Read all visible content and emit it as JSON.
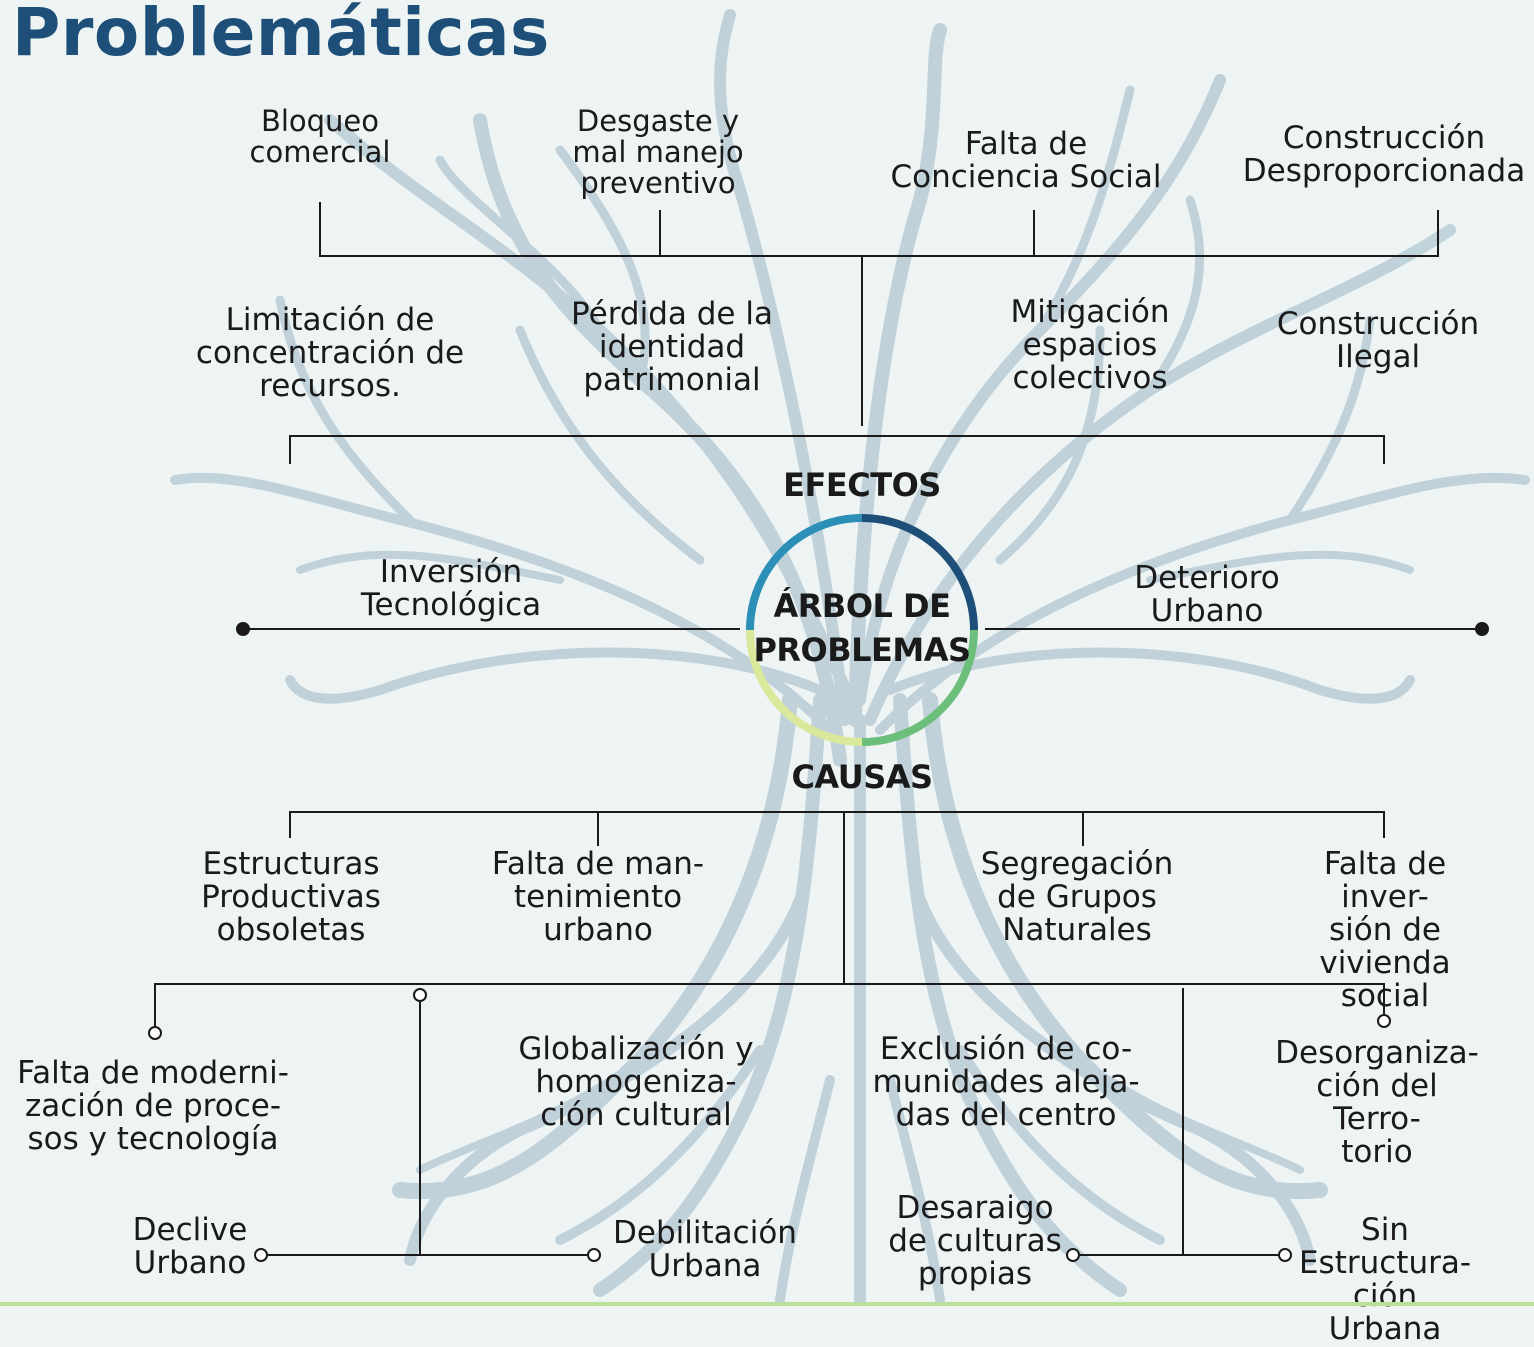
{
  "title": "Problemáticas",
  "center": {
    "title": "ÁRBOL DE\nPROBLEMAS",
    "ring_colors": [
      "#1d4f78",
      "#2b8fb8",
      "#d9e89a",
      "#6cbf7a"
    ]
  },
  "sections": {
    "effects": "EFECTOS",
    "causes": "CAUSAS"
  },
  "effects": {
    "top_row": [
      "Bloqueo\ncomercial",
      "Desgaste  y\nmal manejo\npreventivo",
      "Falta de\nConciencia Social",
      "Construcción\nDesproporcionada"
    ],
    "second_row": [
      "Limitación de\nconcentración de\nrecursos.",
      "Pérdida de la\nidentidad\npatrimonial",
      "Mitigación\nespacios\ncolectivos",
      "Construcción\nIlegal"
    ]
  },
  "side_labels": {
    "left": "Inversión\nTecnológica",
    "right": "Deterioro\nUrbano"
  },
  "causes": {
    "first_row": [
      "Estructuras\nProductivas\nobsoletas",
      "Falta de man-\ntenimiento\nurbano",
      "Segregación\nde Grupos\nNaturales",
      "Falta de inver-\nsión de vivienda\nsocial"
    ],
    "second_row": [
      "Falta de moderni-\nzación de proce-\nsos y tecnología",
      "Globalización y\nhomogeniza-\nción  cultural",
      "Exclusión de co-\nmunidades aleja-\ndas del centro",
      "Desorganiza-\nción del Terro-\ntorio"
    ],
    "bottom_row": [
      "Declive\nUrbano",
      "Debilitación\nUrbana",
      "Desaraigo\nde culturas\npropias",
      "Sin Estructura-\nción Urbana"
    ]
  },
  "colors": {
    "title": "#1d4f78",
    "tree": "#b9ccd6",
    "line": "#1a1a1a",
    "accent_stripe": "#b8e09a"
  }
}
